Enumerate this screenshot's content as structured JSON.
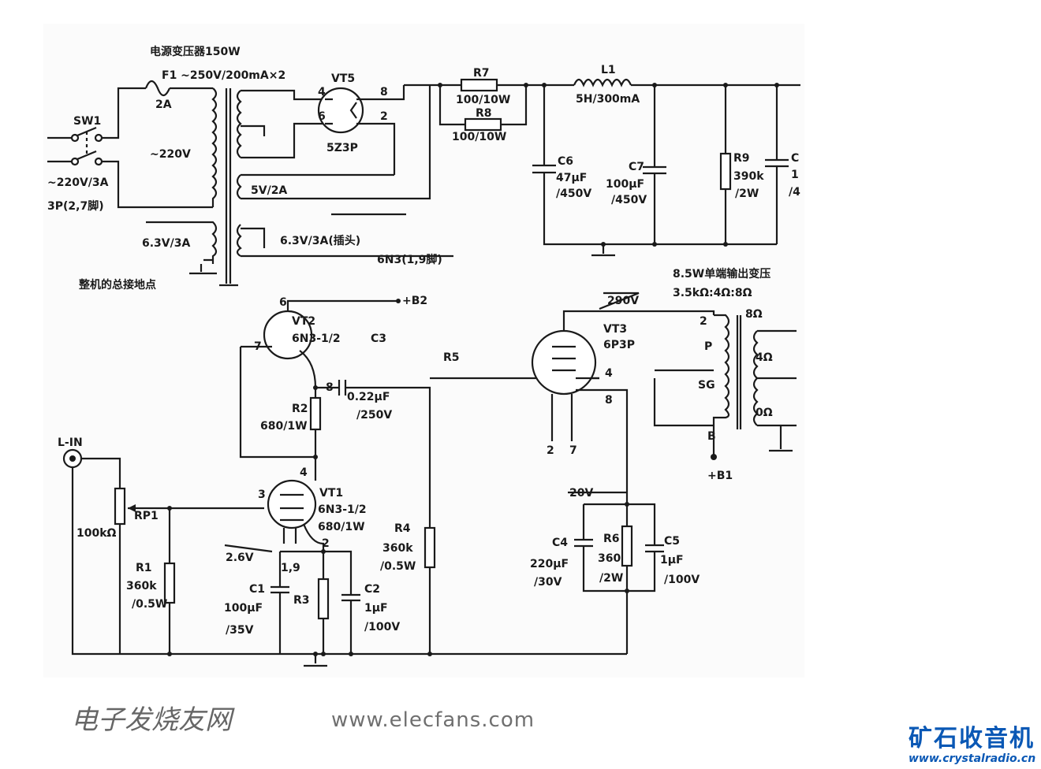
{
  "power": {
    "title": "电源变压器150W",
    "secondary_hv": "F1 ~250V/200mA×2",
    "fuse": "2A",
    "switch": "SW1",
    "primary": "~220V",
    "mains": "~220V/3A",
    "heater_note": "3P(2,7脚)",
    "rect_fil": "5V/2A",
    "fil_left": "6.3V/3A",
    "fil_right": "6.3V/3A(插头)",
    "fil_tube": "6N3(1,9脚)",
    "ground_note": "整机的总接地点",
    "rectifier": "VT5",
    "rectifier_type": "5Z3P",
    "pin4": "4",
    "pin6": "6",
    "pin8": "8",
    "pin2": "2"
  },
  "filter": {
    "r7": "R7",
    "r7_val": "100/10W",
    "r8": "R8",
    "r8_val": "100/10W",
    "l1": "L1",
    "l1_val": "5H/300mA",
    "c6": "C6",
    "c6_val": "47μF",
    "c6_v": "/450V",
    "c7": "C7",
    "c7_val": "100μF",
    "c7_v": "/450V",
    "r9": "R9",
    "r9_val": "390k",
    "r9_w": "/2W",
    "c_partial": "C",
    "c_partial_val": "1",
    "c_partial_v": "/4"
  },
  "output": {
    "xfmr": "8.5W单端输出变压",
    "ratio": "3.5kΩ:4Ω:8Ω",
    "v290": "290V",
    "vt3": "VT3",
    "vt3_type": "6P3P",
    "p2": "2",
    "p": "P",
    "sg": "SG",
    "p4": "4",
    "p8": "8",
    "o8": "8Ω",
    "o4": "4Ω",
    "o0": "0Ω",
    "b": "B",
    "b1": "+B1",
    "pin2b": "2",
    "pin7b": "7",
    "v20": "20V",
    "c4": "C4",
    "c4_val": "220μF",
    "c4_v": "/30V",
    "r6": "R6",
    "r6_val": "360",
    "r6_w": "/2W",
    "c5": "C5",
    "c5_val": "1μF",
    "c5_v": "/100V"
  },
  "driver": {
    "pin6": "6",
    "b2": "+B2",
    "vt2": "VT2",
    "vt2_type": "6N3-1/2",
    "pin7": "7",
    "pin8": "8",
    "c3": "C3",
    "c3_val": "0.22μF",
    "c3_v": "/250V",
    "r5": "R5",
    "r2": "R2",
    "r2_val": "680/1W",
    "r4": "R4",
    "r4_val": "360k",
    "r4_w": "/0.5W"
  },
  "input": {
    "lin": "L-IN",
    "rp1": "RP1",
    "rp1_val": "100kΩ",
    "r1": "R1",
    "r1_val": "360k",
    "r1_w": "/0.5W",
    "pin4": "4",
    "pin3": "3",
    "pin2": "2",
    "vt1": "VT1",
    "vt1_type": "6N3-1/2",
    "vt1_r": "680/1W",
    "v26": "2.6V",
    "pins19": "1,9",
    "c1": "C1",
    "c1_val": "100μF",
    "c1_v": "/35V",
    "r3": "R3",
    "c2": "C2",
    "c2_val": "1μF",
    "c2_v": "/100V"
  },
  "watermark": {
    "cn": "电子发烧友网",
    "url": "www.elecfans.com"
  },
  "brand": {
    "name": "矿石收音机",
    "url": "www.crystalradio.cn",
    "color": "#0a58b5"
  }
}
